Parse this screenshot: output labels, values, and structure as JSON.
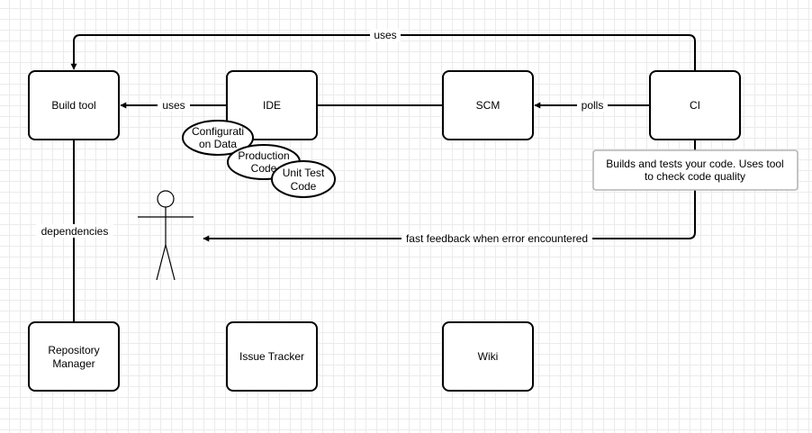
{
  "nodes": {
    "build_tool": "Build tool",
    "ide": "IDE",
    "scm": "SCM",
    "ci": "CI",
    "repository_manager": [
      "Repository",
      "Manager"
    ],
    "issue_tracker": "Issue Tracker",
    "wiki": "Wiki"
  },
  "ellipses": {
    "configuration_data": [
      "Configurati",
      "on Data"
    ],
    "production_code": [
      "Production",
      "Code"
    ],
    "unit_test_code": [
      "Unit Test",
      "Code"
    ]
  },
  "edges": {
    "ci_uses_build": "uses",
    "ide_uses_build": "uses",
    "ci_polls_scm": "polls",
    "build_dependencies": "dependencies",
    "ci_feedback": "fast feedback when error encountered"
  },
  "note": {
    "lines": [
      "Builds and tests your code. Uses tool",
      "to check code quality"
    ]
  },
  "colors": {
    "stroke": "#000000",
    "grid": "#ebebeb",
    "note_border": "#b3b3b3"
  }
}
